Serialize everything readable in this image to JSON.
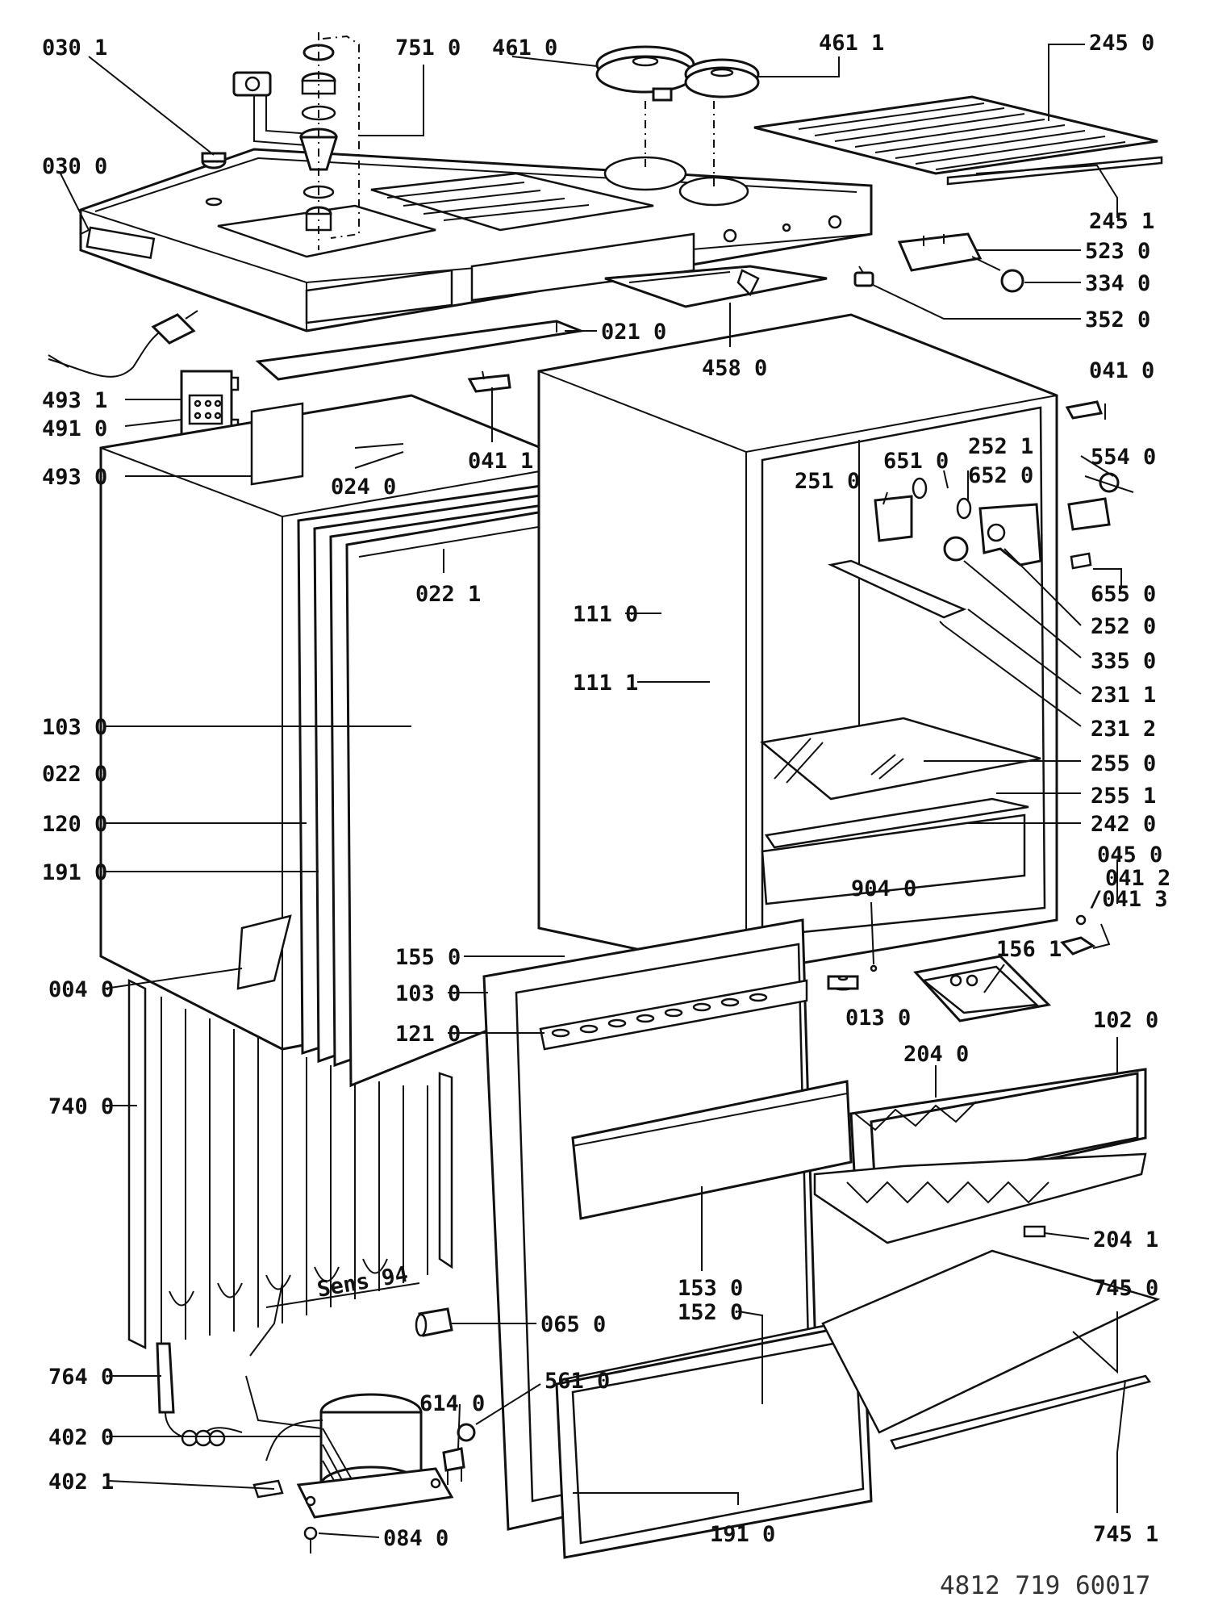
{
  "labels": {
    "l0301": "030 1",
    "l0300": "030 0",
    "l7510": "751 0",
    "l4610": "461 0",
    "l4611": "461 1",
    "l2450": "245 0",
    "l2451": "245 1",
    "l5230": "523 0",
    "l3340": "334 0",
    "l3520": "352 0",
    "l0210": "021 0",
    "l4580": "458 0",
    "l0410": "041 0",
    "l4931": "493 1",
    "l4910": "491 0",
    "l0411": "041 1",
    "l4930": "493 0",
    "l0240": "024 0",
    "l6510": "651 0",
    "l2521": "252 1",
    "l6520": "652 0",
    "l2510": "251 0",
    "l5540": "554 0",
    "l0221": "022 1",
    "l1110": "111 0",
    "l1111": "111 1",
    "l6550": "655 0",
    "l2520": "252 0",
    "l3350": "335 0",
    "l2311": "231 1",
    "l2312": "231 2",
    "l1030": "103 0",
    "l0220": "022 0",
    "l2550": "255 0",
    "l2551": "255 1",
    "l1200": "120 0",
    "l2420": "242 0",
    "l1910": "191 0",
    "l0450": "045 0",
    "l0412": "041 2",
    "l0413": "/041 3",
    "l9040": "904 0",
    "l1551": "155 0",
    "l1561": "156 1",
    "l0040": "004 0",
    "l1031": "103 0",
    "l1210": "121 0",
    "l0130": "013 0",
    "l1020": "102 0",
    "l2040": "204 0",
    "l7400": "740 0",
    "l2041": "204 1",
    "l1530": "153 0",
    "l1520": "152 0",
    "l7450": "745 0",
    "l0650": "065 0",
    "l7640": "764 0",
    "l6140": "614 0",
    "l5610": "561 0",
    "l4020": "402 0",
    "l4021": "402 1",
    "l0840": "084 0",
    "l1911": "191 0",
    "l7451": "745 1"
  },
  "handwriting": "Sens 94",
  "code": "4812  719  60017"
}
